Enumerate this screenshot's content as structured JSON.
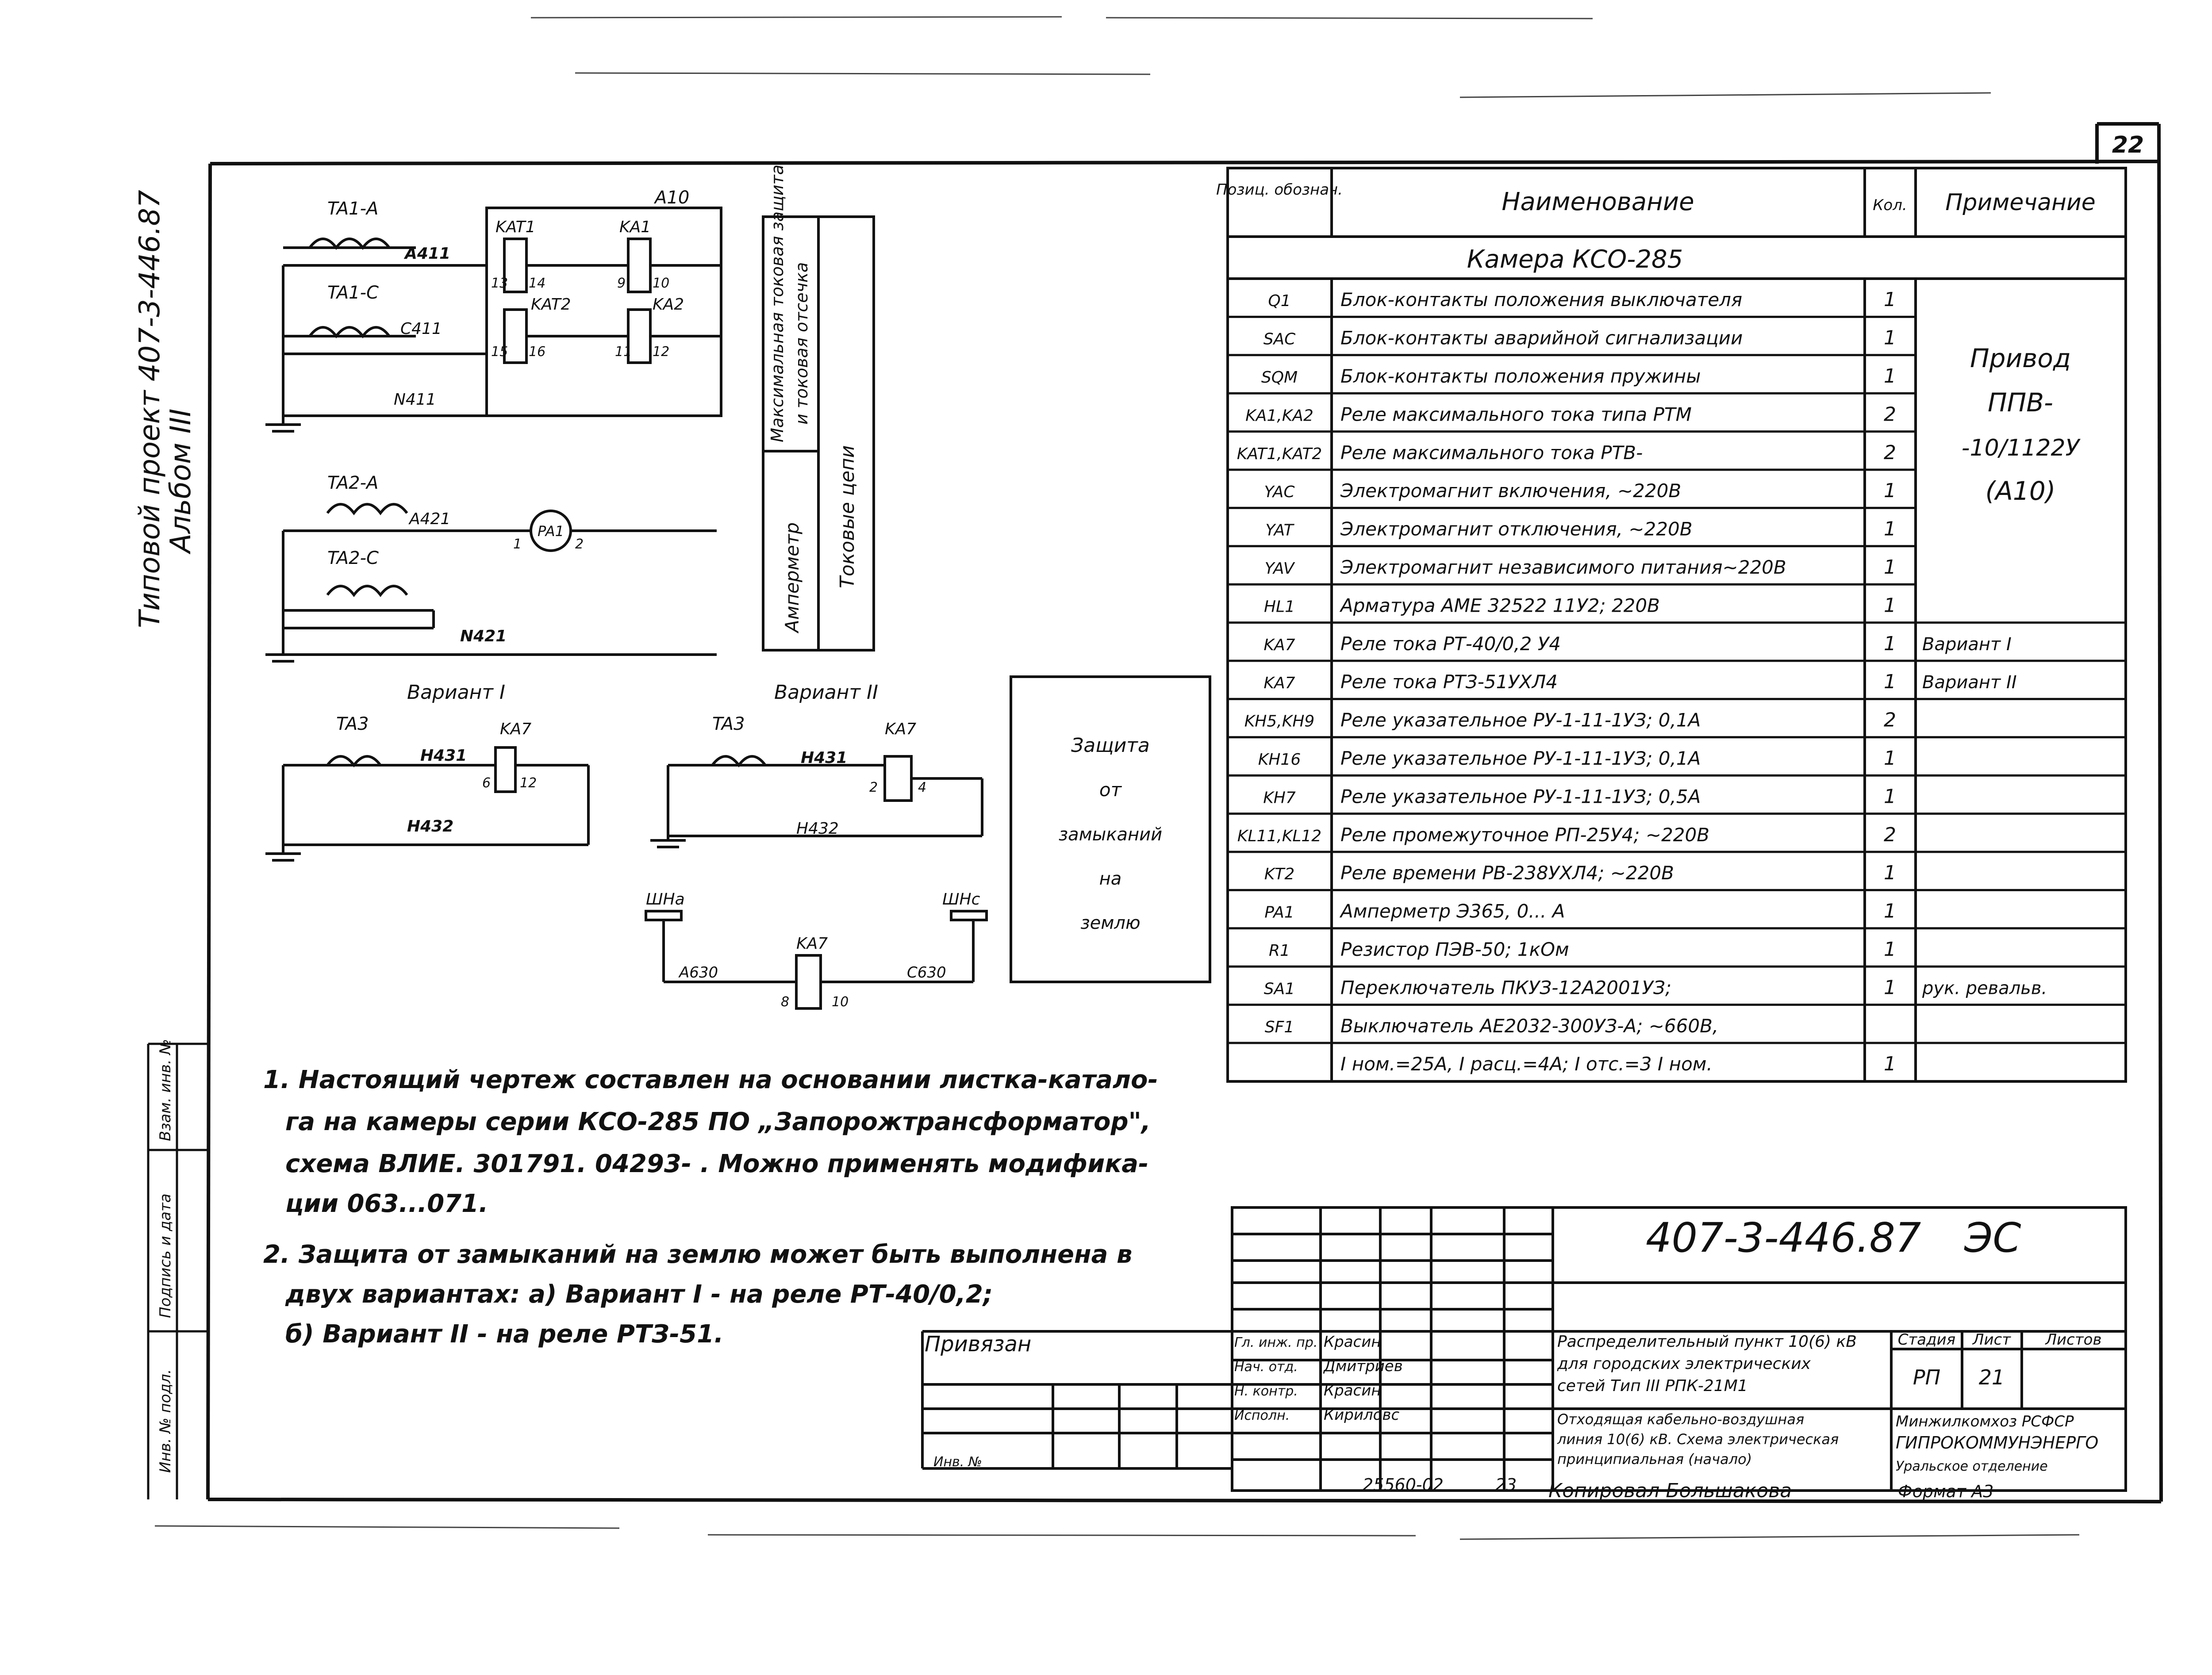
{
  "sheet_number": "22",
  "side_stamp": {
    "line1": "Типовой проект 407-3-446.87",
    "line2": "Альбом III"
  },
  "left_stamp_columns": [
    "Инв. № подл.",
    "Подпись и дата",
    "Взам. инв. №"
  ],
  "schematic": {
    "top_block": "A10",
    "ta1a": "TA1-A",
    "ta1c": "TA1-C",
    "wire_a411": "A411",
    "wire_c411": "C411",
    "wire_n411": "N411",
    "kat1": "KAT1",
    "kat2": "KAT2",
    "ka1": "KA1",
    "ka2": "KA2",
    "pin13": "13",
    "pin14": "14",
    "pin9": "9",
    "pin10": "10",
    "pin15": "15",
    "pin16": "16",
    "pin11": "11",
    "pin12": "12",
    "ta2a": "TA2-A",
    "ta2c": "TA2-C",
    "wire_a421": "A421",
    "wire_n421": "N421",
    "pa1": "PA1",
    "pa1_pin1": "1",
    "pa1_pin2": "2",
    "label_col1a": "Максимальная токовая защита",
    "label_col1b": "и токовая отсечка",
    "label_col1c": "Амперметр",
    "label_col2": "Токовые цепи",
    "variant1_title": "Вариант I",
    "variant2_title": "Вариант II",
    "ta3": "TA3",
    "ka7": "KA7",
    "wire_n431": "H431",
    "wire_n432": "H432",
    "v1_pin6": "6",
    "v1_pin12": "12",
    "v2_pin2": "2",
    "v2_pin4": "4",
    "shna": "ШНа",
    "shnc": "ШНс",
    "wire_a630": "A630",
    "wire_c630": "C630",
    "ka7_pin8": "8",
    "ka7_pin10": "10",
    "protection_label": [
      "Защита",
      "от",
      "замыканий",
      "на",
      "землю"
    ]
  },
  "spec_table": {
    "headers": [
      "Позиц. обознач.",
      "Наименование",
      "Кол.",
      "Примечание"
    ],
    "section_title": "Камера  КСО-285",
    "rows": [
      [
        "Q1",
        "Блок-контакты положения выключателя",
        "1",
        ""
      ],
      [
        "SAC",
        "Блок-контакты аварийной сигнализации",
        "1",
        ""
      ],
      [
        "SQM",
        "Блок-контакты положения пружины",
        "1",
        ""
      ],
      [
        "KA1,KA2",
        "Реле максимального тока типа РТМ",
        "2",
        ""
      ],
      [
        "KAT1,KAT2",
        "Реле максимального тока РТВ-",
        "2",
        ""
      ],
      [
        "YAC",
        "Электромагнит включения, ~220В",
        "1",
        ""
      ],
      [
        "YAT",
        "Электромагнит отключения, ~220В",
        "1",
        ""
      ],
      [
        "YAV",
        "Электромагнит независимого питания~220В",
        "1",
        ""
      ],
      [
        "HL1",
        "Арматура АМЕ 32522 11У2; 220В",
        "1",
        ""
      ],
      [
        "KA7",
        "Реле тока РТ-40/0,2 У4",
        "1",
        "Вариант I"
      ],
      [
        "KA7",
        "Реле тока РТЗ-51УХЛ4",
        "1",
        "Вариант II"
      ],
      [
        "KH5,KH9",
        "Реле указательное РУ-1-11-1УЗ; 0,1А",
        "2",
        ""
      ],
      [
        "KH16",
        "Реле указательное РУ-1-11-1УЗ; 0,1А",
        "1",
        ""
      ],
      [
        "KH7",
        "Реле указательное РУ-1-11-1УЗ; 0,5А",
        "1",
        ""
      ],
      [
        "KL11,KL12",
        "Реле промежуточное РП-25У4; ~220В",
        "2",
        ""
      ],
      [
        "KT2",
        "Реле времени РВ-238УХЛ4; ~220В",
        "1",
        ""
      ],
      [
        "PA1",
        "Амперметр Э365, 0...    А",
        "1",
        ""
      ],
      [
        "R1",
        "Резистор ПЭВ-50; 1кОм",
        "1",
        ""
      ],
      [
        "SA1",
        "Переключатель ПКУЗ-12А2001УЗ;",
        "1",
        "рук. ревальв."
      ],
      [
        "SF1",
        "Выключатель АЕ2032-300УЗ-А; ~660В,",
        "",
        ""
      ],
      [
        "",
        "I ном.=25А, I расц.=4А; I отс.=3 I ном.",
        "1",
        ""
      ]
    ],
    "merged_note": [
      "Привод",
      "ППВ-",
      "-10/1122У",
      "(A10)"
    ]
  },
  "notes": [
    "1. Настоящий чертеж составлен на основании листка-катало-",
    "га на камеры серии КСО-285 ПО „Запорожтрансформатор\",",
    "схема ВЛИЕ. 301791. 04293-    . Можно применять модифика-",
    "ции 063...071.",
    "2. Защита от замыканий на землю может быть выполнена в",
    "двух вариантах: а) Вариант I - на реле РТ-40/0,2;",
    "б) Вариант II - на реле РТЗ-51."
  ],
  "title_block": {
    "doc_code": "407-3-446.87",
    "doc_mark": "ЭС",
    "privyazan": "Привязан",
    "inv_no": "Инв. №",
    "staff": [
      [
        "Гл. инж. пр.",
        "Красин"
      ],
      [
        "Нач. отд.",
        "Дмитриев"
      ],
      [
        "Н. контр.",
        "Красин"
      ],
      [
        "Исполн.",
        "Кириловс"
      ]
    ],
    "object_title": [
      "Распределительный пункт 10(6) кВ",
      "для городских электрических",
      "сетей   Тип III РПК-21М1"
    ],
    "sheet_title": [
      "Отходящая кабельно-воздушная",
      "линия 10(6) кВ. Схема электрическая",
      "принципиальная (начало)"
    ],
    "stage_header": "Стадия",
    "sheet_header": "Лист",
    "sheets_header": "Листов",
    "stage": "РП",
    "sheet": "21",
    "org": [
      "Минжилкомхоз РСФСР",
      "ГИПРОКОММУНЭНЕРГО",
      "Уральское отделение"
    ],
    "footer_number": "25560-02",
    "footer_page": "23",
    "copied_by": "Копировал Большакова",
    "format": "Формат А3"
  }
}
